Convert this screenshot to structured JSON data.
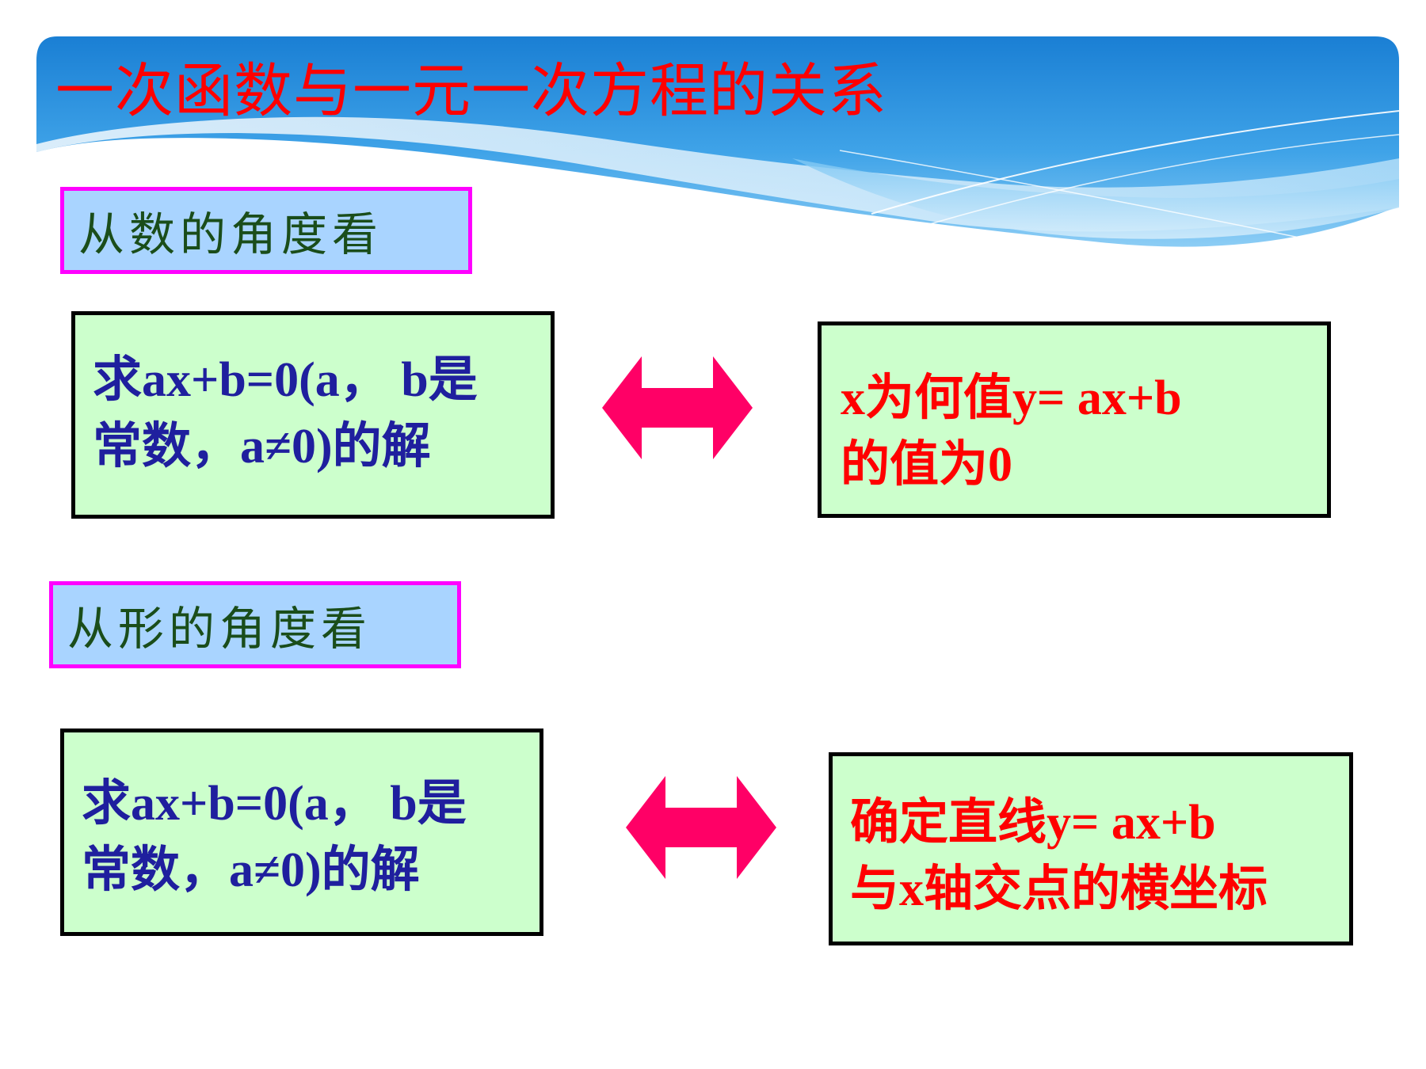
{
  "slide": {
    "title": "一次函数与一元一次方程的关系",
    "colors": {
      "title": "#ff0000",
      "tag_background": "#a9d4ff",
      "tag_border": "#ff00ff",
      "tag_text": "#1a4d1a",
      "box_background": "#ccffcc",
      "box_border": "#000000",
      "equation_text": "#1f1f9e",
      "answer_text": "#ff0000",
      "arrow": "#ff0066"
    }
  },
  "sections": {
    "numeric": {
      "label": "从数的角度看",
      "left": {
        "line1": "求ax+b=0(a， b是",
        "line2": "常数，a≠0)的解"
      },
      "arrow_icon": "double-headed-arrow-icon",
      "right": {
        "line1": "x为何值y= ax+b",
        "line2": "的值为0"
      }
    },
    "graphical": {
      "label": "从形的角度看",
      "left": {
        "line1": "求ax+b=0(a， b是",
        "line2": "常数，a≠0)的解"
      },
      "arrow_icon": "double-headed-arrow-icon",
      "right": {
        "line1": "确定直线y= ax+b",
        "line2": "与x轴交点的横坐标"
      }
    }
  }
}
